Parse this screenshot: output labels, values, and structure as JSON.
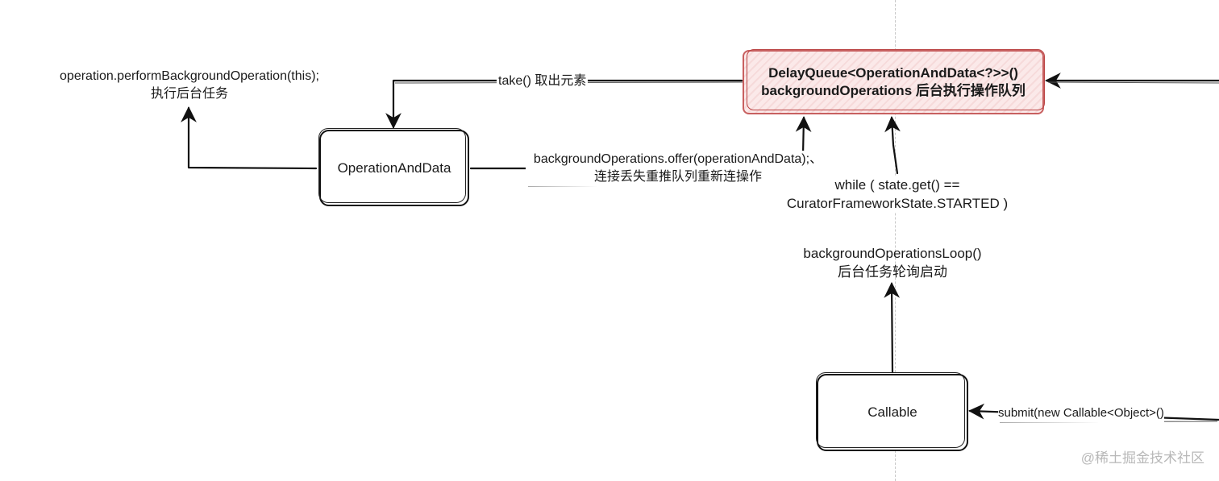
{
  "nodes": {
    "queue": {
      "line1": "DelayQueue<OperationAndData<?>>()",
      "line2": "backgroundOperations 后台执行操作队列"
    },
    "operation_and_data": "OperationAndData",
    "callable": "Callable"
  },
  "labels": {
    "perform": {
      "line1": "operation.performBackgroundOperation(this);",
      "line2": "执行后台任务"
    },
    "take": "take() 取出元素",
    "offer": {
      "line1": "backgroundOperations.offer(operationAndData);、",
      "line2": "连接丢失重推队列重新连操作"
    },
    "while": {
      "line1": "while ( state.get() ==",
      "line2": "CuratorFrameworkState.STARTED )"
    },
    "loop": {
      "line1": "backgroundOperationsLoop()",
      "line2": "后台任务轮询启动"
    },
    "submit": "submit(new Callable<Object>()"
  },
  "watermark": "@稀土掘金技术社区",
  "colors": {
    "queue_fill": "#fbe9e9",
    "queue_stroke": "#c86060",
    "line": "#111111"
  }
}
